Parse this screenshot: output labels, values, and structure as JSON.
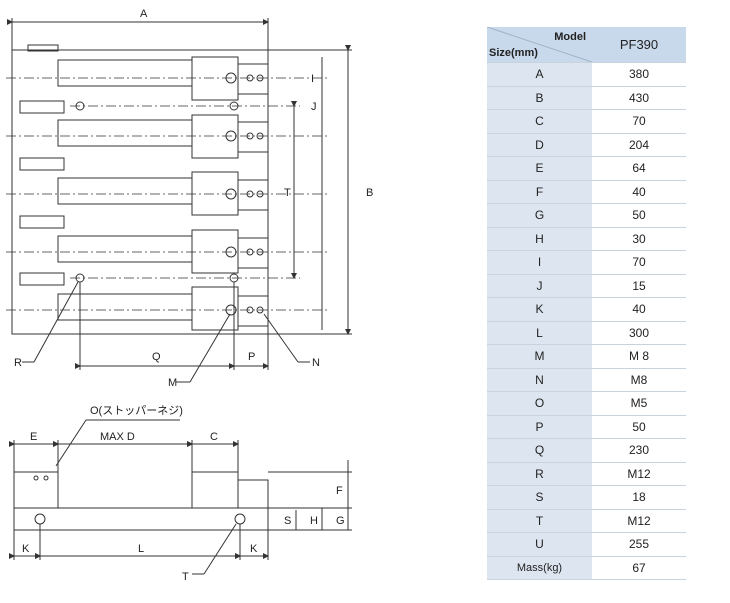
{
  "drawing": {
    "top_labels": [
      "A",
      "B",
      "I",
      "J",
      "T",
      "Q",
      "P",
      "R",
      "M",
      "N"
    ],
    "side_labels": [
      "E",
      "MAX D",
      "C",
      "F",
      "G",
      "H",
      "S",
      "K",
      "L",
      "K",
      "T"
    ],
    "stopper_label": "O(ストッパーネジ)"
  },
  "table": {
    "header_model": "Model",
    "header_size": "Size(mm)",
    "model_name": "PF390",
    "rows": [
      {
        "label": "A",
        "value": "380"
      },
      {
        "label": "B",
        "value": "430"
      },
      {
        "label": "C",
        "value": "70"
      },
      {
        "label": "D",
        "value": "204"
      },
      {
        "label": "E",
        "value": "64"
      },
      {
        "label": "F",
        "value": "40"
      },
      {
        "label": "G",
        "value": "50"
      },
      {
        "label": "H",
        "value": "30"
      },
      {
        "label": "I",
        "value": "70"
      },
      {
        "label": "J",
        "value": "15"
      },
      {
        "label": "K",
        "value": "40"
      },
      {
        "label": "L",
        "value": "300"
      },
      {
        "label": "M",
        "value": "M 8"
      },
      {
        "label": "N",
        "value": "M8"
      },
      {
        "label": "O",
        "value": "M5"
      },
      {
        "label": "P",
        "value": "50"
      },
      {
        "label": "Q",
        "value": "230"
      },
      {
        "label": "R",
        "value": "M12"
      },
      {
        "label": "S",
        "value": "18"
      },
      {
        "label": "T",
        "value": "M12"
      },
      {
        "label": "U",
        "value": "255"
      },
      {
        "label": "Mass(kg)",
        "value": "67"
      }
    ]
  }
}
